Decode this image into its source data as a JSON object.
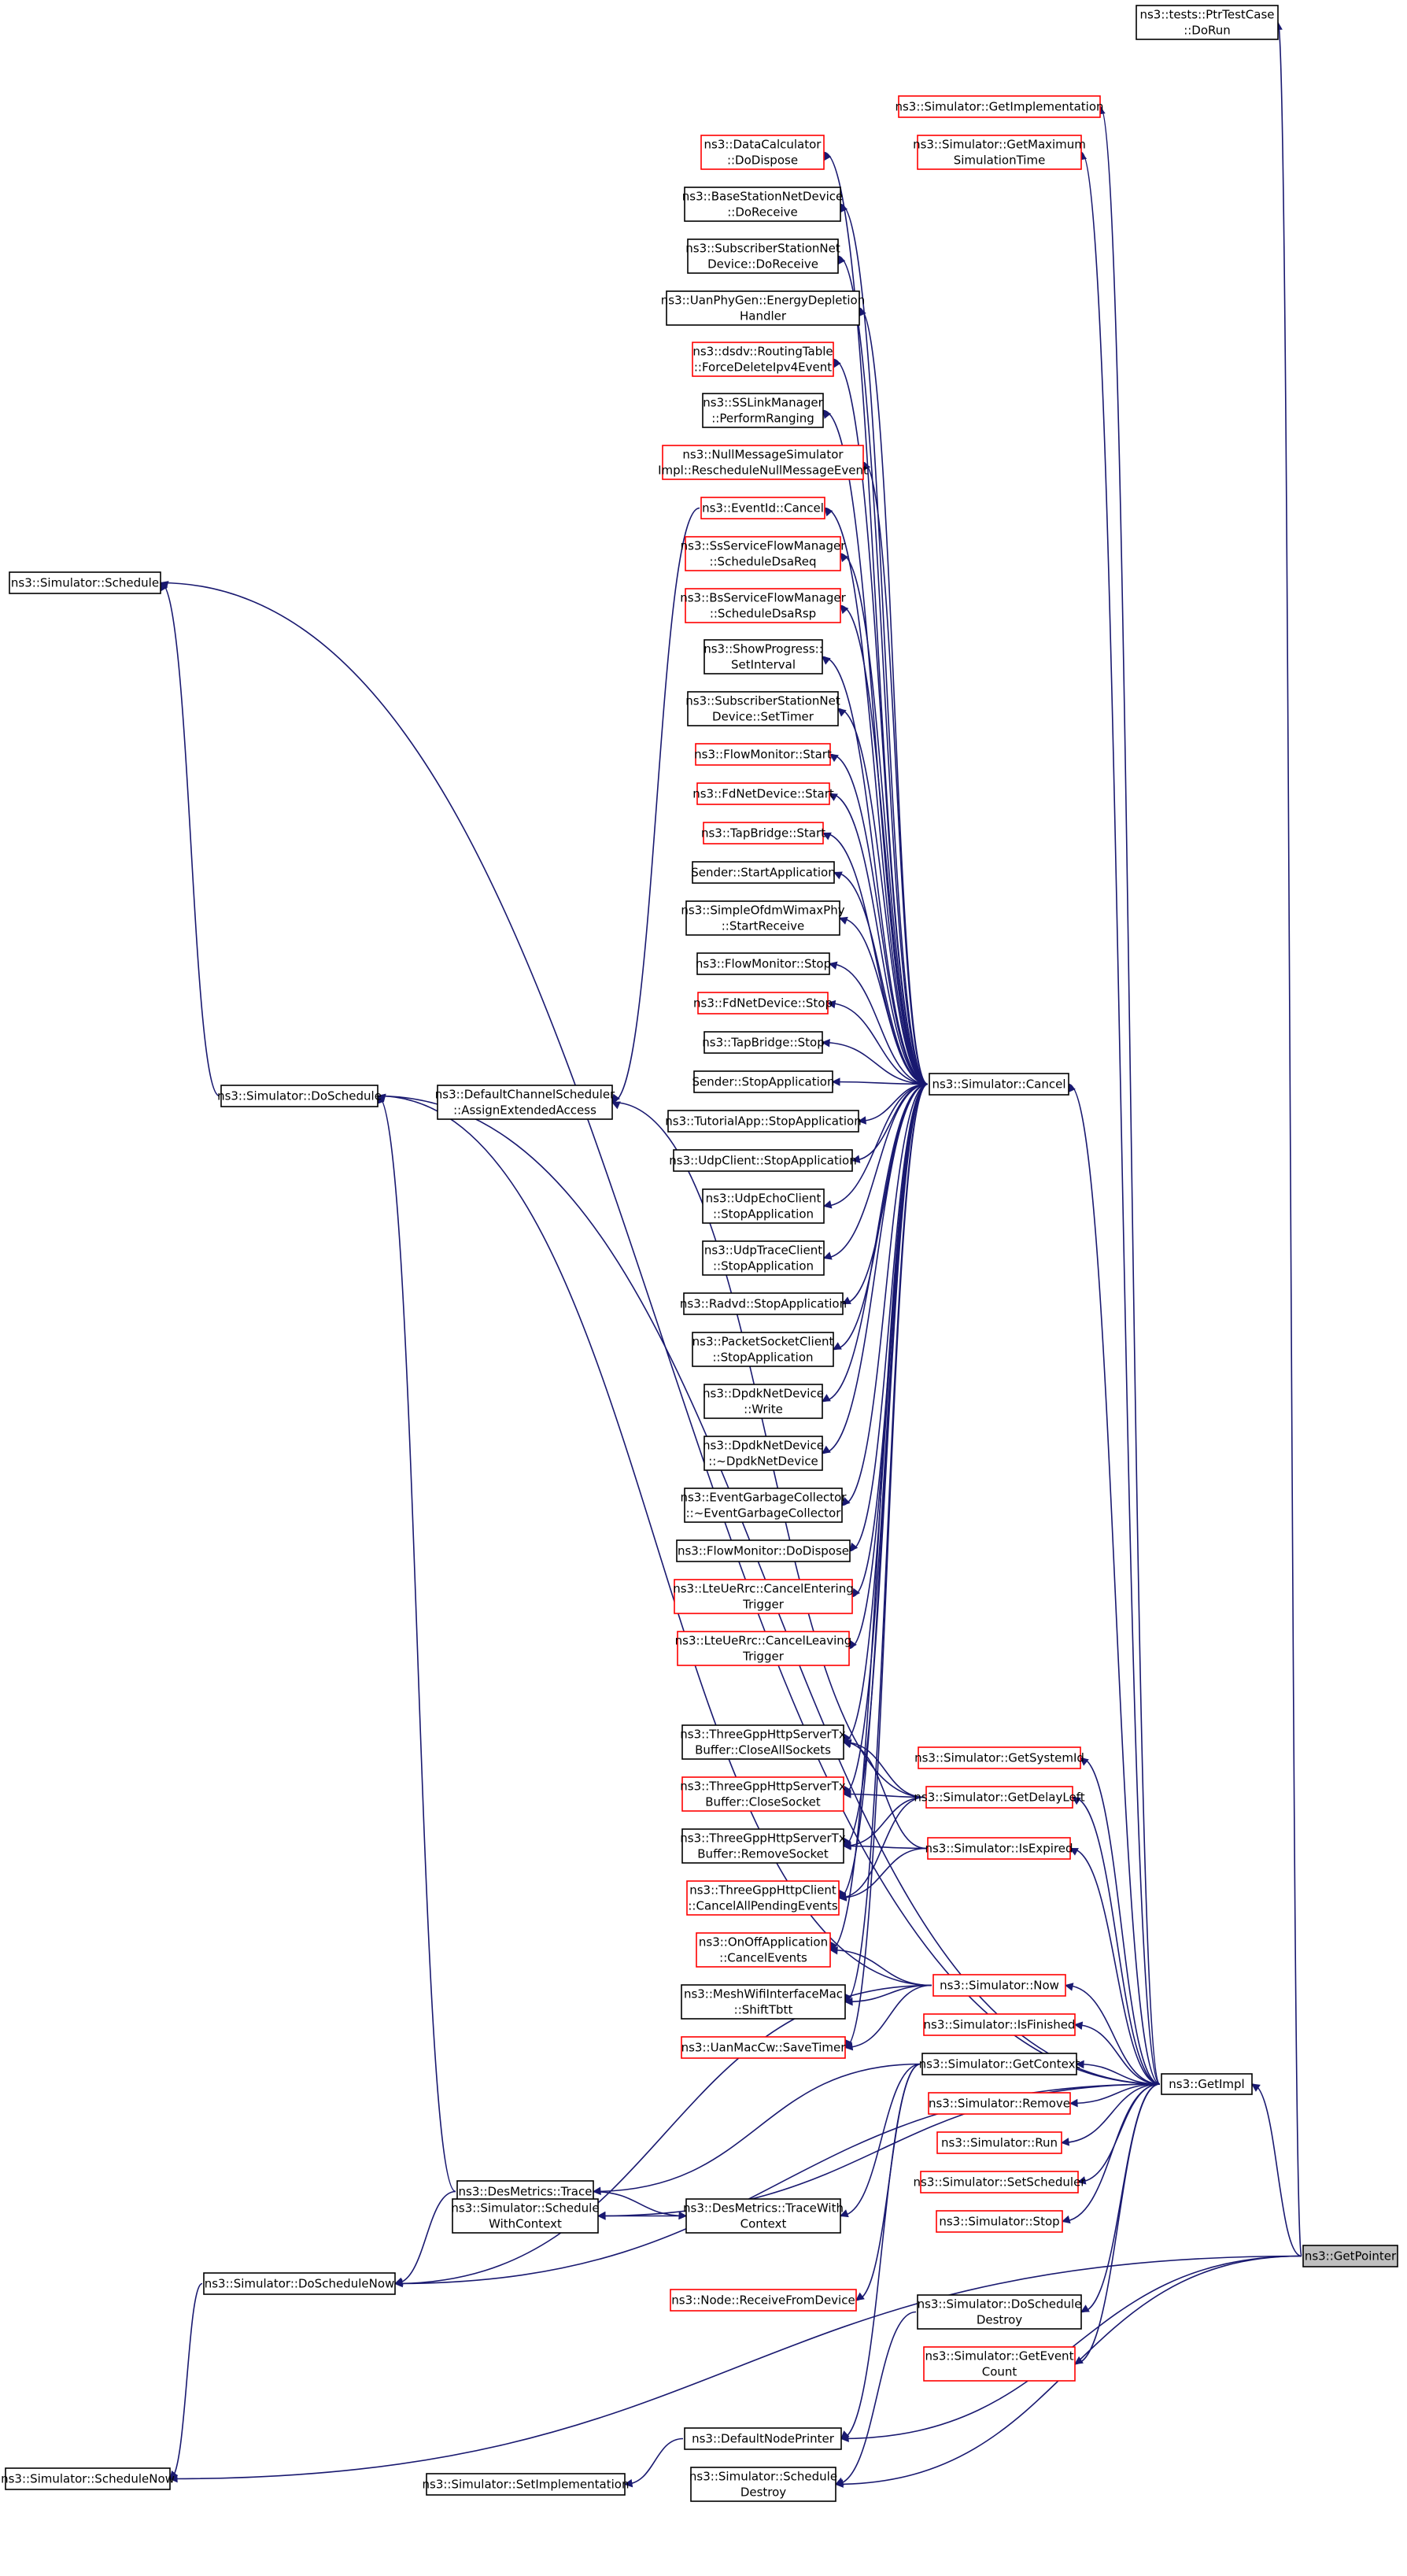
{
  "colors": {
    "edge": "#191970",
    "border_default": "#000000",
    "border_red": "#ff0000",
    "root_fill": "#bfbfbf"
  },
  "nodes": [
    {
      "id": "GetPointer",
      "lines": [
        "ns3::GetPointer"
      ],
      "style": "root"
    },
    {
      "id": "PtrDoRun",
      "lines": [
        "ns3::tests::PtrTestCase",
        "::DoRun"
      ],
      "style": "black"
    },
    {
      "id": "GetImpl",
      "lines": [
        "ns3::GetImpl"
      ],
      "style": "black"
    },
    {
      "id": "SimGetImplementation",
      "lines": [
        "ns3::Simulator::GetImplementation"
      ],
      "style": "red"
    },
    {
      "id": "SimGetMaxTime",
      "lines": [
        "ns3::Simulator::GetMaximum",
        "SimulationTime"
      ],
      "style": "red"
    },
    {
      "id": "SimSchedule",
      "lines": [
        "ns3::Simulator::Schedule"
      ],
      "style": "black"
    },
    {
      "id": "DataCalcDispose",
      "lines": [
        "ns3::DataCalculator",
        "::DoDispose"
      ],
      "style": "red"
    },
    {
      "id": "BSNetDevReceive",
      "lines": [
        "ns3::BaseStationNetDevice",
        "::DoReceive"
      ],
      "style": "black"
    },
    {
      "id": "SSNetDevReceive",
      "lines": [
        "ns3::SubscriberStationNet",
        "Device::DoReceive"
      ],
      "style": "black"
    },
    {
      "id": "UanPhyGen",
      "lines": [
        "ns3::UanPhyGen::EnergyDepletion",
        "Handler"
      ],
      "style": "black"
    },
    {
      "id": "DsdvRouting",
      "lines": [
        "ns3::dsdv::RoutingTable",
        "::ForceDeleteIpv4Event"
      ],
      "style": "red"
    },
    {
      "id": "SSLinkManager",
      "lines": [
        "ns3::SSLinkManager",
        "::PerformRanging"
      ],
      "style": "black"
    },
    {
      "id": "NullMessage",
      "lines": [
        "ns3::NullMessageSimulator",
        "Impl::RescheduleNullMessageEvent"
      ],
      "style": "red"
    },
    {
      "id": "EventIdCancel",
      "lines": [
        "ns3::EventId::Cancel"
      ],
      "style": "red"
    },
    {
      "id": "SsServiceFlow",
      "lines": [
        "ns3::SsServiceFlowManager",
        "::ScheduleDsaReq"
      ],
      "style": "red"
    },
    {
      "id": "BsServiceFlow",
      "lines": [
        "ns3::BsServiceFlowManager",
        "::ScheduleDsaRsp"
      ],
      "style": "red"
    },
    {
      "id": "ShowProgress",
      "lines": [
        "ns3::ShowProgress::",
        "SetInterval"
      ],
      "style": "black"
    },
    {
      "id": "SSNetDevTimer",
      "lines": [
        "ns3::SubscriberStationNet",
        "Device::SetTimer"
      ],
      "style": "black"
    },
    {
      "id": "FlowMonStart",
      "lines": [
        "ns3::FlowMonitor::Start"
      ],
      "style": "red"
    },
    {
      "id": "FdNetStart",
      "lines": [
        "ns3::FdNetDevice::Start"
      ],
      "style": "red"
    },
    {
      "id": "TapStart",
      "lines": [
        "ns3::TapBridge::Start"
      ],
      "style": "red"
    },
    {
      "id": "SenderStart",
      "lines": [
        "Sender::StartApplication"
      ],
      "style": "black"
    },
    {
      "id": "SimpleOfdm",
      "lines": [
        "ns3::SimpleOfdmWimaxPhy",
        "::StartReceive"
      ],
      "style": "black"
    },
    {
      "id": "FlowMonStop",
      "lines": [
        "ns3::FlowMonitor::Stop"
      ],
      "style": "black"
    },
    {
      "id": "FdNetStop",
      "lines": [
        "ns3::FdNetDevice::Stop"
      ],
      "style": "red"
    },
    {
      "id": "TapStop",
      "lines": [
        "ns3::TapBridge::Stop"
      ],
      "style": "black"
    },
    {
      "id": "SenderStop",
      "lines": [
        "Sender::StopApplication"
      ],
      "style": "black"
    },
    {
      "id": "SimCancel",
      "lines": [
        "ns3::Simulator::Cancel"
      ],
      "style": "black"
    },
    {
      "id": "SimDoSchedule",
      "lines": [
        "ns3::Simulator::DoSchedule"
      ],
      "style": "black"
    },
    {
      "id": "DefaultChannel",
      "lines": [
        "ns3::DefaultChannelScheduler",
        "::AssignExtendedAccess"
      ],
      "style": "black"
    },
    {
      "id": "TutorialApp",
      "lines": [
        "ns3::TutorialApp::StopApplication"
      ],
      "style": "black"
    },
    {
      "id": "UdpClientStop",
      "lines": [
        "ns3::UdpClient::StopApplication"
      ],
      "style": "black"
    },
    {
      "id": "UdpEchoStop",
      "lines": [
        "ns3::UdpEchoClient",
        "::StopApplication"
      ],
      "style": "black"
    },
    {
      "id": "UdpTraceStop",
      "lines": [
        "ns3::UdpTraceClient",
        "::StopApplication"
      ],
      "style": "black"
    },
    {
      "id": "RadvdStop",
      "lines": [
        "ns3::Radvd::StopApplication"
      ],
      "style": "black"
    },
    {
      "id": "PacketSocketStop",
      "lines": [
        "ns3::PacketSocketClient",
        "::StopApplication"
      ],
      "style": "black"
    },
    {
      "id": "DpdkWrite",
      "lines": [
        "ns3::DpdkNetDevice",
        "::Write"
      ],
      "style": "black"
    },
    {
      "id": "DpdkDtor",
      "lines": [
        "ns3::DpdkNetDevice",
        "::~DpdkNetDevice"
      ],
      "style": "black"
    },
    {
      "id": "EventGC",
      "lines": [
        "ns3::EventGarbageCollector",
        "::~EventGarbageCollector"
      ],
      "style": "black"
    },
    {
      "id": "FlowMonDispose",
      "lines": [
        "ns3::FlowMonitor::DoDispose"
      ],
      "style": "black"
    },
    {
      "id": "LteCancelEnter",
      "lines": [
        "ns3::LteUeRrc::CancelEntering",
        "Trigger"
      ],
      "style": "red"
    },
    {
      "id": "LteCancelLeave",
      "lines": [
        "ns3::LteUeRrc::CancelLeaving",
        "Trigger"
      ],
      "style": "red"
    },
    {
      "id": "SimGetSystemId",
      "lines": [
        "ns3::Simulator::GetSystemId"
      ],
      "style": "red"
    },
    {
      "id": "TgppCloseAll",
      "lines": [
        "ns3::ThreeGppHttpServerTx",
        "Buffer::CloseAllSockets"
      ],
      "style": "black"
    },
    {
      "id": "SimGetDelayLeft",
      "lines": [
        "ns3::Simulator::GetDelayLeft"
      ],
      "style": "red"
    },
    {
      "id": "TgppCloseSocket",
      "lines": [
        "ns3::ThreeGppHttpServerTx",
        "Buffer::CloseSocket"
      ],
      "style": "red"
    },
    {
      "id": "TgppRemoveSocket",
      "lines": [
        "ns3::ThreeGppHttpServerTx",
        "Buffer::RemoveSocket"
      ],
      "style": "black"
    },
    {
      "id": "SimIsExpired",
      "lines": [
        "ns3::Simulator::IsExpired"
      ],
      "style": "red"
    },
    {
      "id": "TgppClientCancel",
      "lines": [
        "ns3::ThreeGppHttpClient",
        "::CancelAllPendingEvents"
      ],
      "style": "red"
    },
    {
      "id": "OnOffCancel",
      "lines": [
        "ns3::OnOffApplication",
        "::CancelEvents"
      ],
      "style": "red"
    },
    {
      "id": "SimNow",
      "lines": [
        "ns3::Simulator::Now"
      ],
      "style": "red"
    },
    {
      "id": "MeshShift",
      "lines": [
        "ns3::MeshWifiInterfaceMac",
        "::ShiftTbtt"
      ],
      "style": "black"
    },
    {
      "id": "UanSave",
      "lines": [
        "ns3::UanMacCw::SaveTimer"
      ],
      "style": "red"
    },
    {
      "id": "SimIsFinished",
      "lines": [
        "ns3::Simulator::IsFinished"
      ],
      "style": "red"
    },
    {
      "id": "SimGetContext",
      "lines": [
        "ns3::Simulator::GetContext"
      ],
      "style": "black"
    },
    {
      "id": "SimRemove",
      "lines": [
        "ns3::Simulator::Remove"
      ],
      "style": "red"
    },
    {
      "id": "SimRun",
      "lines": [
        "ns3::Simulator::Run"
      ],
      "style": "red"
    },
    {
      "id": "DesTrace",
      "lines": [
        "ns3::DesMetrics::Trace"
      ],
      "style": "black"
    },
    {
      "id": "SimSetScheduler",
      "lines": [
        "ns3::Simulator::SetScheduler"
      ],
      "style": "red"
    },
    {
      "id": "DesTraceCtx",
      "lines": [
        "ns3::DesMetrics::TraceWith",
        "Context"
      ],
      "style": "black"
    },
    {
      "id": "SimStop",
      "lines": [
        "ns3::Simulator::Stop"
      ],
      "style": "red"
    },
    {
      "id": "SimScheduleCtx",
      "lines": [
        "ns3::Simulator::Schedule",
        "WithContext"
      ],
      "style": "black"
    },
    {
      "id": "SimDoScheduleNow",
      "lines": [
        "ns3::Simulator::DoScheduleNow"
      ],
      "style": "black"
    },
    {
      "id": "NodeReceive",
      "lines": [
        "ns3::Node::ReceiveFromDevice"
      ],
      "style": "red"
    },
    {
      "id": "SimDoScheduleDestroy",
      "lines": [
        "ns3::Simulator::DoSchedule",
        "Destroy"
      ],
      "style": "black"
    },
    {
      "id": "SimGetEventCount",
      "lines": [
        "ns3::Simulator::GetEvent",
        "Count"
      ],
      "style": "red"
    },
    {
      "id": "DefaultNodePrinter",
      "lines": [
        "ns3::DefaultNodePrinter"
      ],
      "style": "black"
    },
    {
      "id": "SimScheduleNow",
      "lines": [
        "ns3::Simulator::ScheduleNow"
      ],
      "style": "black"
    },
    {
      "id": "SimSetImplementation",
      "lines": [
        "ns3::Simulator::SetImplementation"
      ],
      "style": "black"
    },
    {
      "id": "SimScheduleDestroy",
      "lines": [
        "ns3::Simulator::Schedule",
        "Destroy"
      ],
      "style": "black"
    }
  ]
}
